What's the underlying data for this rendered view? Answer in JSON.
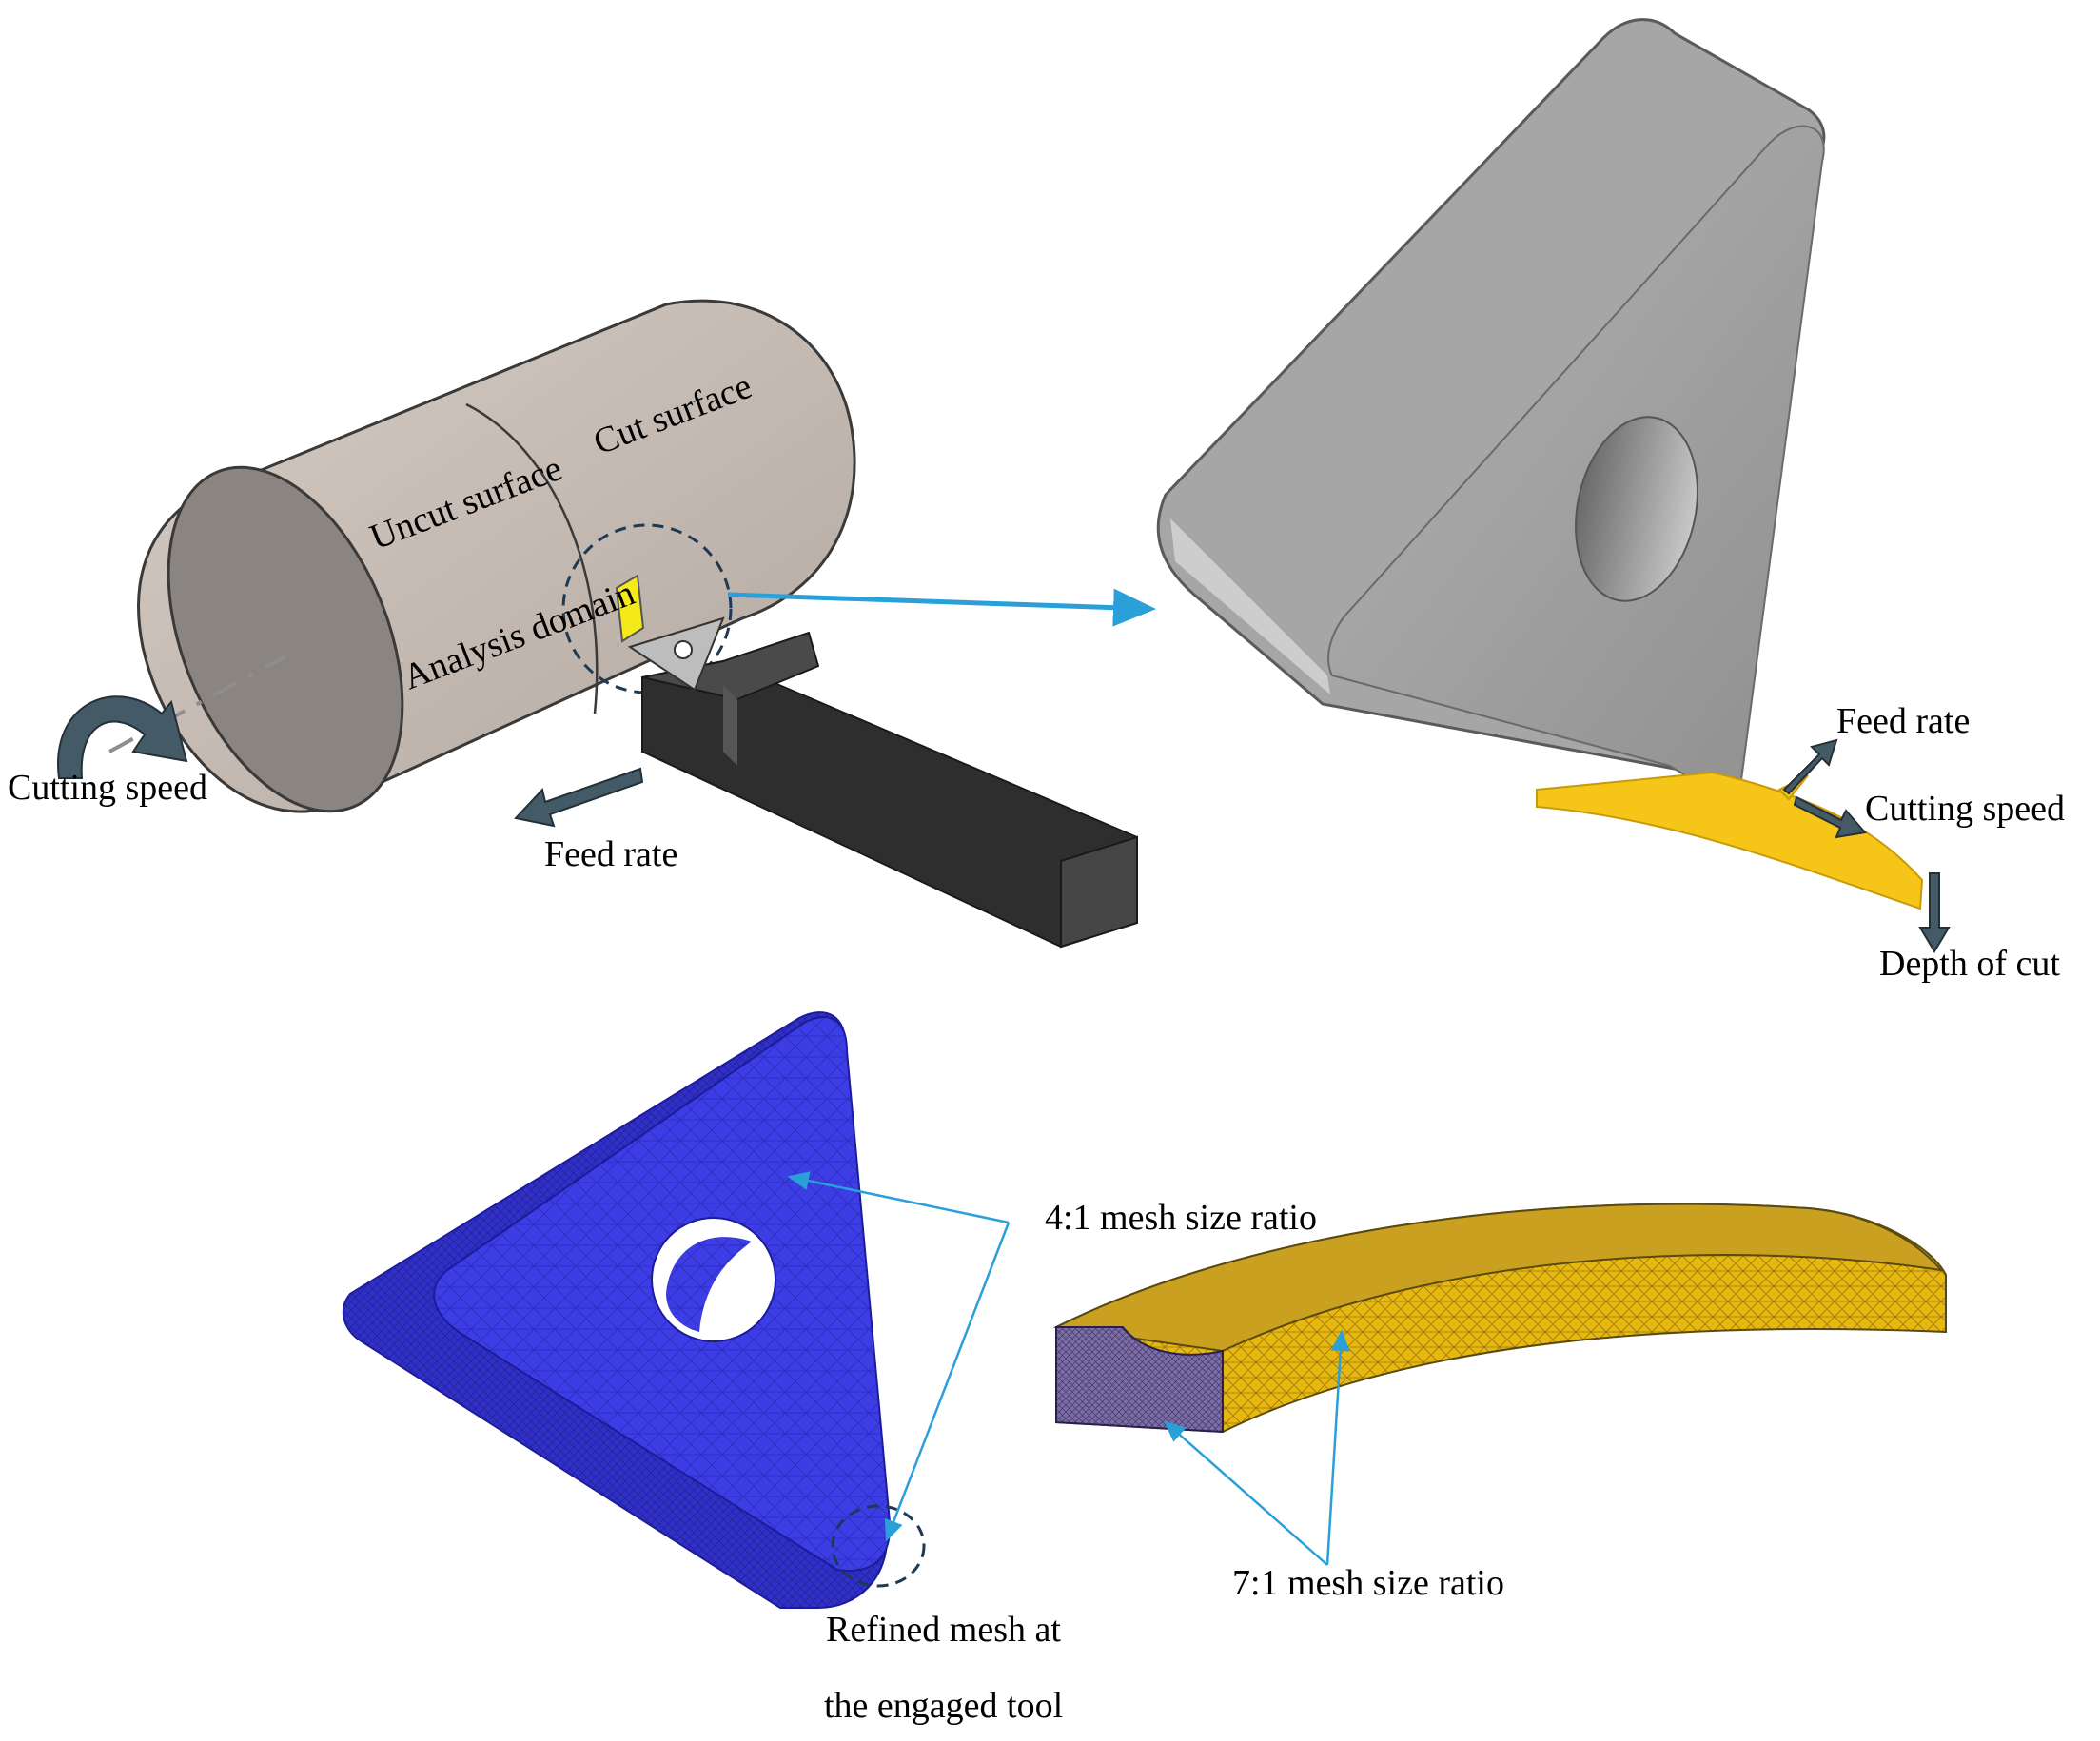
{
  "labels": {
    "uncut_surface": "Uncut surface",
    "cut_surface": "Cut surface",
    "analysis_domain": "Analysis domain",
    "cutting_speed_left": "Cutting speed",
    "feed_rate_left": "Feed rate",
    "feed_rate_right": "Feed rate",
    "cutting_speed_right": "Cutting speed",
    "depth_of_cut": "Depth of cut",
    "mesh_ratio_4_1": "4:1 mesh size ratio",
    "mesh_ratio_7_1": "7:1 mesh size ratio",
    "refined_mesh_line1": "Refined mesh at",
    "refined_mesh_line2": "the engaged tool"
  },
  "colors": {
    "workpiece": "#c9bfb7",
    "workpiece_end": "#8a8581",
    "tool_insert": "#a3a3a3",
    "tool_holder": "#2e2e2e",
    "chip": "#f5c518",
    "mesh_blue": "#3b3be0",
    "annotation_arrow": "#2a9fd8",
    "direction_arrow": "#445a66"
  }
}
